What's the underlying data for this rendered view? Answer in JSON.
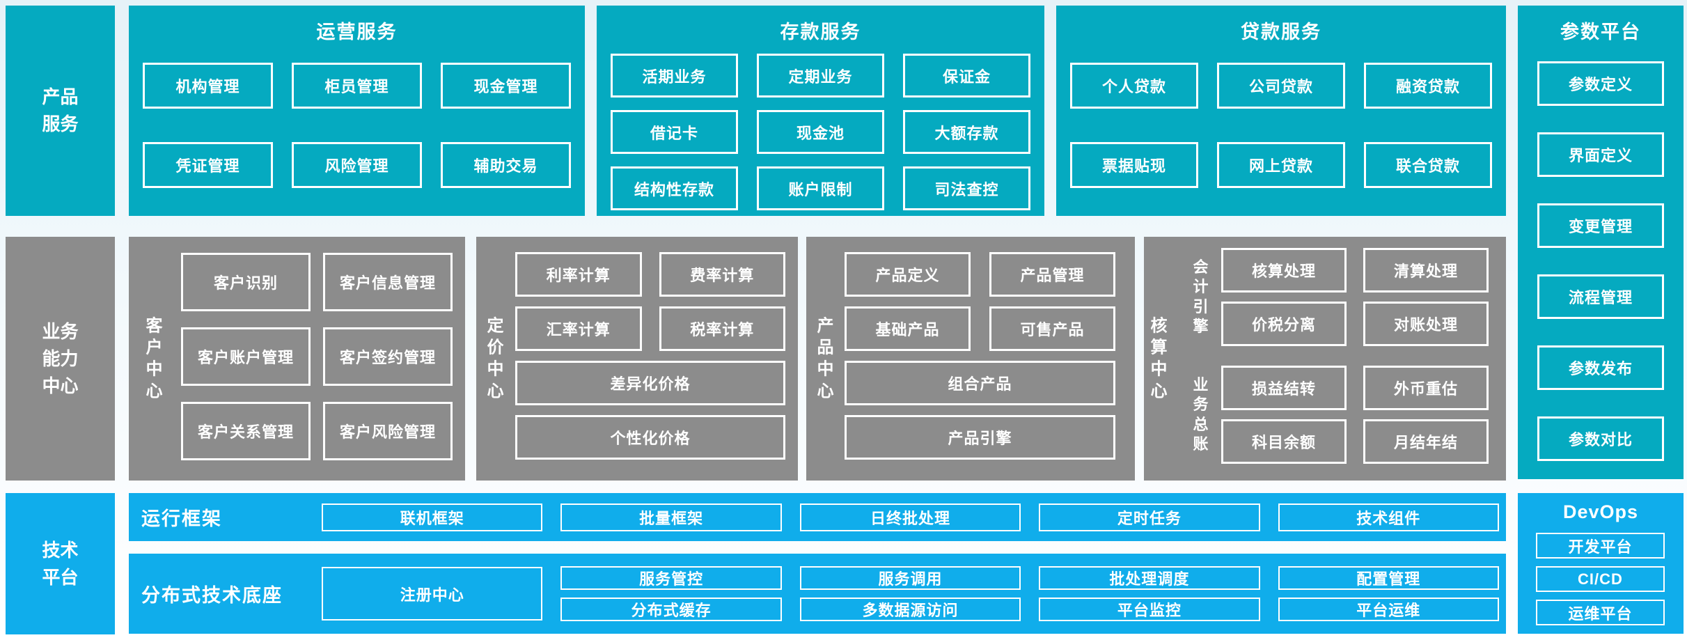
{
  "colors": {
    "teal": "#05AAC0",
    "gray": "#8C8C8C",
    "blue": "#10ADEB",
    "box_border": "#FFFFFF",
    "background_top": "#E6F2F8",
    "background_bottom": "#FFFFFF"
  },
  "row_labels": {
    "product_services": "产品服务",
    "business_capability": "业务能力中心",
    "technology_platform": "技术平台"
  },
  "operations_services": {
    "title": "运营服务",
    "items": [
      "机构管理",
      "柜员管理",
      "现金管理",
      "凭证管理",
      "风险管理",
      "辅助交易"
    ]
  },
  "deposit_services": {
    "title": "存款服务",
    "items": [
      "活期业务",
      "定期业务",
      "保证金",
      "借记卡",
      "现金池",
      "大额存款",
      "结构性存款",
      "账户限制",
      "司法查控"
    ]
  },
  "loan_services": {
    "title": "贷款服务",
    "items": [
      "个人贷款",
      "公司贷款",
      "融资贷款",
      "票据贴现",
      "网上贷款",
      "联合贷款"
    ]
  },
  "parameter_platform": {
    "title": "参数平台",
    "items": [
      "参数定义",
      "界面定义",
      "变更管理",
      "流程管理",
      "参数发布",
      "参数对比"
    ]
  },
  "customer_center": {
    "label": "客户中心",
    "items": [
      "客户识别",
      "客户信息管理",
      "客户账户管理",
      "客户签约管理",
      "客户关系管理",
      "客户风险管理"
    ]
  },
  "pricing_center": {
    "label": "定价中心",
    "items": [
      "利率计算",
      "费率计算",
      "汇率计算",
      "税率计算"
    ],
    "wide_items": [
      "差异化价格",
      "个性化价格"
    ]
  },
  "product_center": {
    "label": "产品中心",
    "items": [
      "产品定义",
      "产品管理",
      "基础产品",
      "可售产品"
    ],
    "wide_items": [
      "组合产品",
      "产品引擎"
    ]
  },
  "accounting_center": {
    "label": "核算中心",
    "groups": [
      {
        "label": "会计引擎",
        "items": [
          "核算处理",
          "清算处理",
          "价税分离",
          "对账处理"
        ]
      },
      {
        "label": "业务总账",
        "items": [
          "损益结转",
          "外币重估",
          "科目余额",
          "月结年结"
        ]
      }
    ]
  },
  "runtime_framework": {
    "label": "运行框架",
    "items": [
      "联机框架",
      "批量框架",
      "日终批处理",
      "定时任务",
      "技术组件"
    ]
  },
  "distributed_base": {
    "label": "分布式技术底座",
    "registry": "注册中心",
    "row1": [
      "服务管控",
      "服务调用",
      "批处理调度",
      "配置管理"
    ],
    "row2": [
      "分布式缓存",
      "多数据源访问",
      "平台监控",
      "平台运维"
    ]
  },
  "devops": {
    "title": "DevOps",
    "items": [
      "开发平台",
      "CI/CD",
      "运维平台"
    ]
  }
}
